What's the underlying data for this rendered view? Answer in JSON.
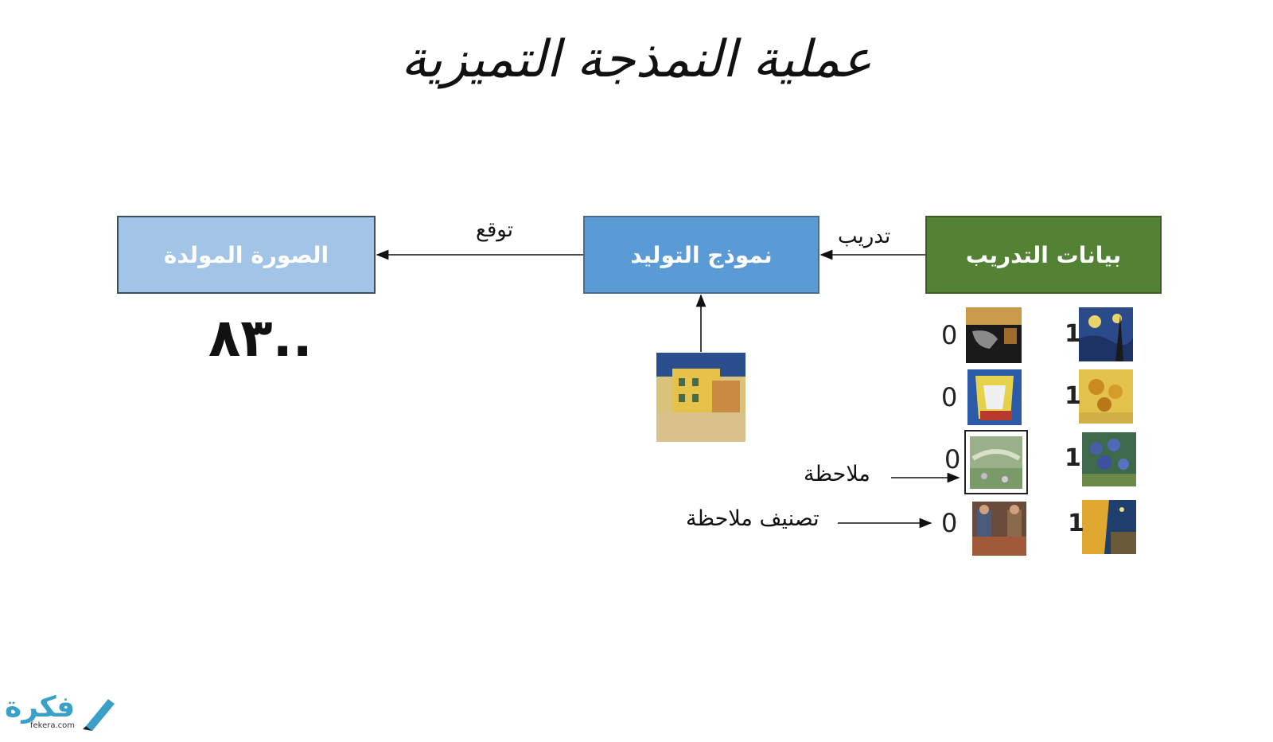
{
  "title": "عملية النمذجة التميزية",
  "nodes": {
    "generated_image": "الصورة المولدة",
    "model": "نموذج التوليد",
    "training_data": "بيانات التدريب"
  },
  "edges": {
    "train": "تدريب",
    "predict": "توقع"
  },
  "output_value": "٨٣..",
  "training_samples": {
    "positive_labels": [
      "1",
      "1",
      "1",
      "1"
    ],
    "negative_labels": [
      "0",
      "0",
      "0",
      "0"
    ]
  },
  "annotations": {
    "observation": "ملاحظة",
    "observation_classification": "تصنيف ملاحظة"
  },
  "logo": {
    "name": "فكرة",
    "domain": "fekera.com"
  },
  "colors": {
    "generated_image_box": "#a2c4e6",
    "model_box": "#5b9bd5",
    "training_box": "#548235",
    "logo": "#3aa0c8"
  }
}
